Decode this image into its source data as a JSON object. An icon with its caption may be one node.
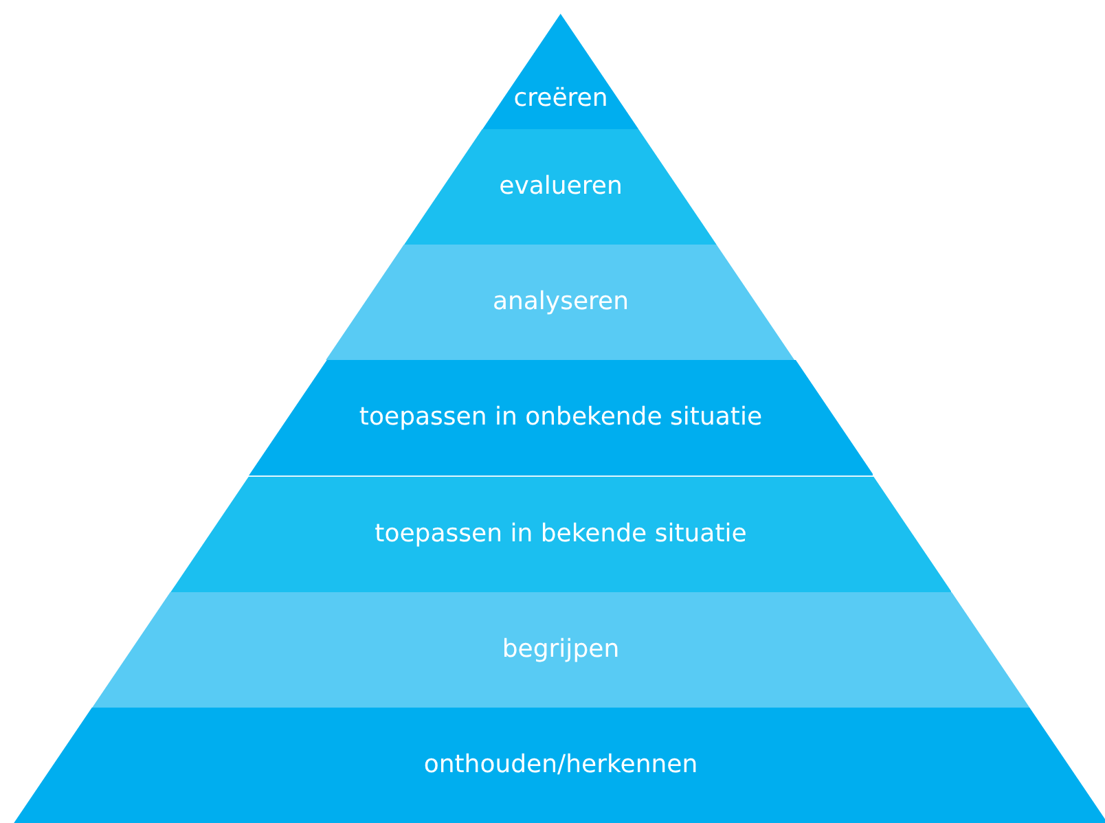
{
  "diagram": {
    "nodes": [
      {
        "text": [
          "creëren"
        ]
      },
      {
        "text": [
          "evalueren"
        ]
      },
      {
        "text": [
          "analyseren"
        ]
      },
      {
        "text": [
          "toepassen in onbekende situatie"
        ]
      },
      {
        "text": [
          "toepassen in bekende situatie"
        ]
      },
      {
        "text": [
          "begrijpen"
        ]
      },
      {
        "text": [
          "onthouden/herkennen"
        ]
      }
    ]
  }
}
